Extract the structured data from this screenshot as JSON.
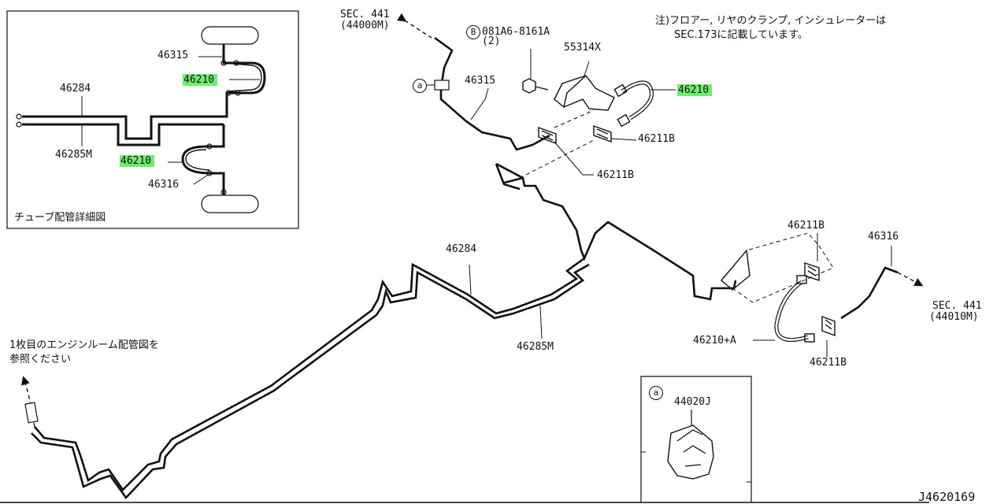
{
  "labels": {
    "inset_46315": "46315",
    "inset_46210_top": "46210",
    "inset_46284": "46284",
    "inset_46285M": "46285M",
    "inset_46210_bottom": "46210",
    "inset_46316": "46316",
    "inset_caption": "チューブ配管詳細図",
    "sec441_top": "SEC. 441",
    "sec441_top_code": "(44000M)",
    "bolt_marker": "B",
    "bolt_part": "081A6-8161A",
    "bolt_qty": "(2)",
    "bracket_55314X": "55314X",
    "hose_46210_top": "46210",
    "ref_marker": "a",
    "tube_46315": "46315",
    "note_line1": "注)フロアー, リヤのクランプ, インシュレーターは",
    "note_line2": "SEC.173に記載しています。",
    "clip_46211B_a": "46211B",
    "clip_46211B_b": "46211B",
    "tube_46284": "46284",
    "tube_46285M": "46285M",
    "clip_46211B_c": "46211B",
    "tube_46316": "46316",
    "sec441_right": "SEC. 441",
    "sec441_right_code": "(44010M)",
    "hose_46210A": "46210+A",
    "clip_46211B_d": "46211B",
    "engine_note_line1": "1枚目のエンジンルーム配管図を",
    "engine_note_line2": "参照ください",
    "insulator_44020J": "44020J",
    "diagram_id": "J4620169"
  },
  "colors": {
    "highlight": "#6cf06c",
    "line": "#111111"
  }
}
